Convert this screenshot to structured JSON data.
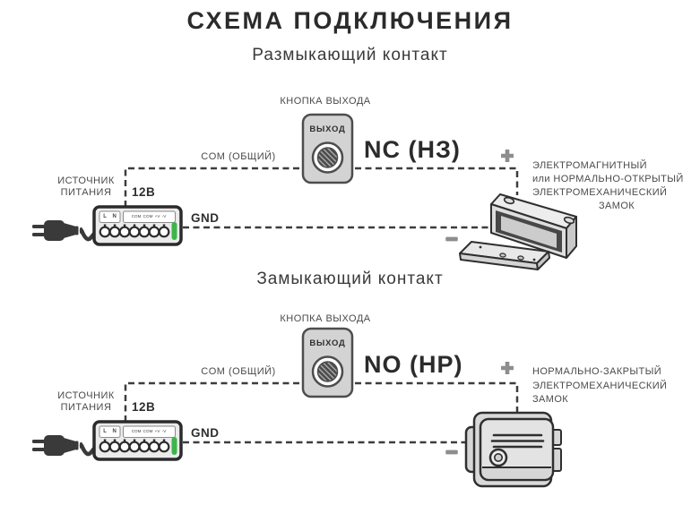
{
  "title": "СХЕМА ПОДКЛЮЧЕНИЯ",
  "shared": {
    "exit_button_caption": "КНОПКА ВЫХОДА",
    "exit_button_face": "ВЫХОД",
    "wire_labels": {
      "com": "COM (ОБЩИЙ)",
      "power_12v": "12В",
      "gnd": "GND"
    },
    "psu": {
      "caption_line1": "ИСТОЧНИК",
      "caption_line2": "ПИТАНИЯ",
      "mains_terminals": "L N",
      "output_terminals": "COM COM +V -V"
    },
    "polarity": {
      "positive": "+",
      "negative": "−"
    }
  },
  "diagram_nc": {
    "subtitle": "Размыкающий контакт",
    "contact_type": "NC (НЗ)",
    "lock_caption_lines": [
      "ЭЛЕКТРОМАГНИТНЫЙ",
      "или НОРМАЛЬНО-ОТКРЫТЫЙ",
      "ЭЛЕКТРОМЕХАНИЧЕСКИЙ",
      "ЗАМОК"
    ]
  },
  "diagram_no": {
    "subtitle": "Замыкающий контакт",
    "contact_type": "NO (НР)",
    "lock_caption_lines": [
      "НОРМАЛЬНО-ЗАКРЫТЫЙ",
      "ЭЛЕКТРОМЕХАНИЧЕСКИЙ",
      "ЗАМОК"
    ]
  },
  "colors": {
    "background": "#ffffff",
    "text_primary": "#2b2b2b",
    "text_secondary": "#4a4a4a",
    "wire": "#3d3d3d",
    "polarity_symbol": "#8d8d8d",
    "led_green": "#3db54a",
    "device_fill": "#dcdcdc",
    "device_stroke": "#2f2f2f"
  }
}
